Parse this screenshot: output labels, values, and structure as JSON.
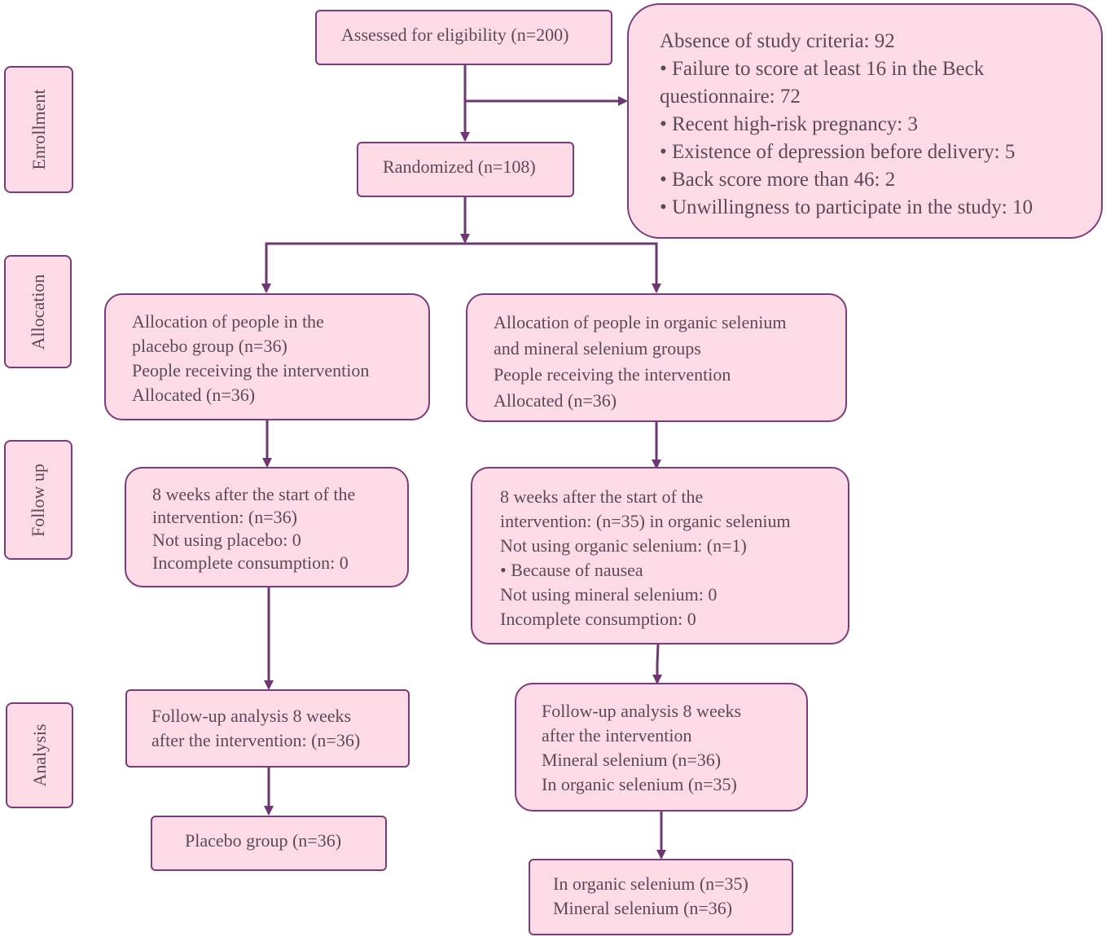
{
  "phases": {
    "enrollment": "Enrollment",
    "allocation": "Allocation",
    "follow_up": "Follow up",
    "analysis": "Analysis"
  },
  "assessed": "Assessed for eligibility (n=200)",
  "excluded": {
    "title": "Absence of study criteria: 92",
    "items": [
      "• Failure to score at least 16 in the Beck",
      "questionnaire: 72",
      "• Recent high-risk pregnancy: 3",
      "• Existence of depression before delivery: 5",
      "• Back score more than 46: 2",
      "• Unwillingness to participate in the study: 10"
    ]
  },
  "randomized": "Randomized (n=108)",
  "allocation_placebo": [
    "Allocation of people in the",
    "placebo group (n=36)",
    "People receiving the intervention",
    "Allocated (n=36)"
  ],
  "allocation_selenium": [
    "Allocation of people in organic selenium",
    "and mineral selenium groups",
    "People receiving the intervention",
    "Allocated (n=36)"
  ],
  "followup_placebo": [
    "8 weeks after the start of the",
    "intervention: (n=36)",
    "Not using placebo: 0",
    "Incomplete consumption: 0"
  ],
  "followup_selenium": [
    "8 weeks after the start of the",
    "intervention: (n=35) in organic selenium",
    "Not using organic selenium: (n=1)",
    "• Because of nausea",
    "Not using mineral selenium: 0",
    "Incomplete consumption: 0"
  ],
  "analysis_placebo": [
    "Follow-up analysis 8 weeks",
    "after the intervention: (n=36)"
  ],
  "analysis_selenium": [
    "Follow-up analysis 8 weeks",
    "after the intervention",
    "Mineral selenium (n=36)",
    "In organic selenium (n=35)"
  ],
  "final_placebo": "Placebo group (n=36)",
  "final_selenium": [
    "In organic selenium (n=35)",
    "Mineral selenium (n=36)"
  ],
  "colors": {
    "box_fill": "#fddbe6",
    "border": "#7a3c7a",
    "arrow": "#6e3672",
    "text": "#5a4a58"
  }
}
